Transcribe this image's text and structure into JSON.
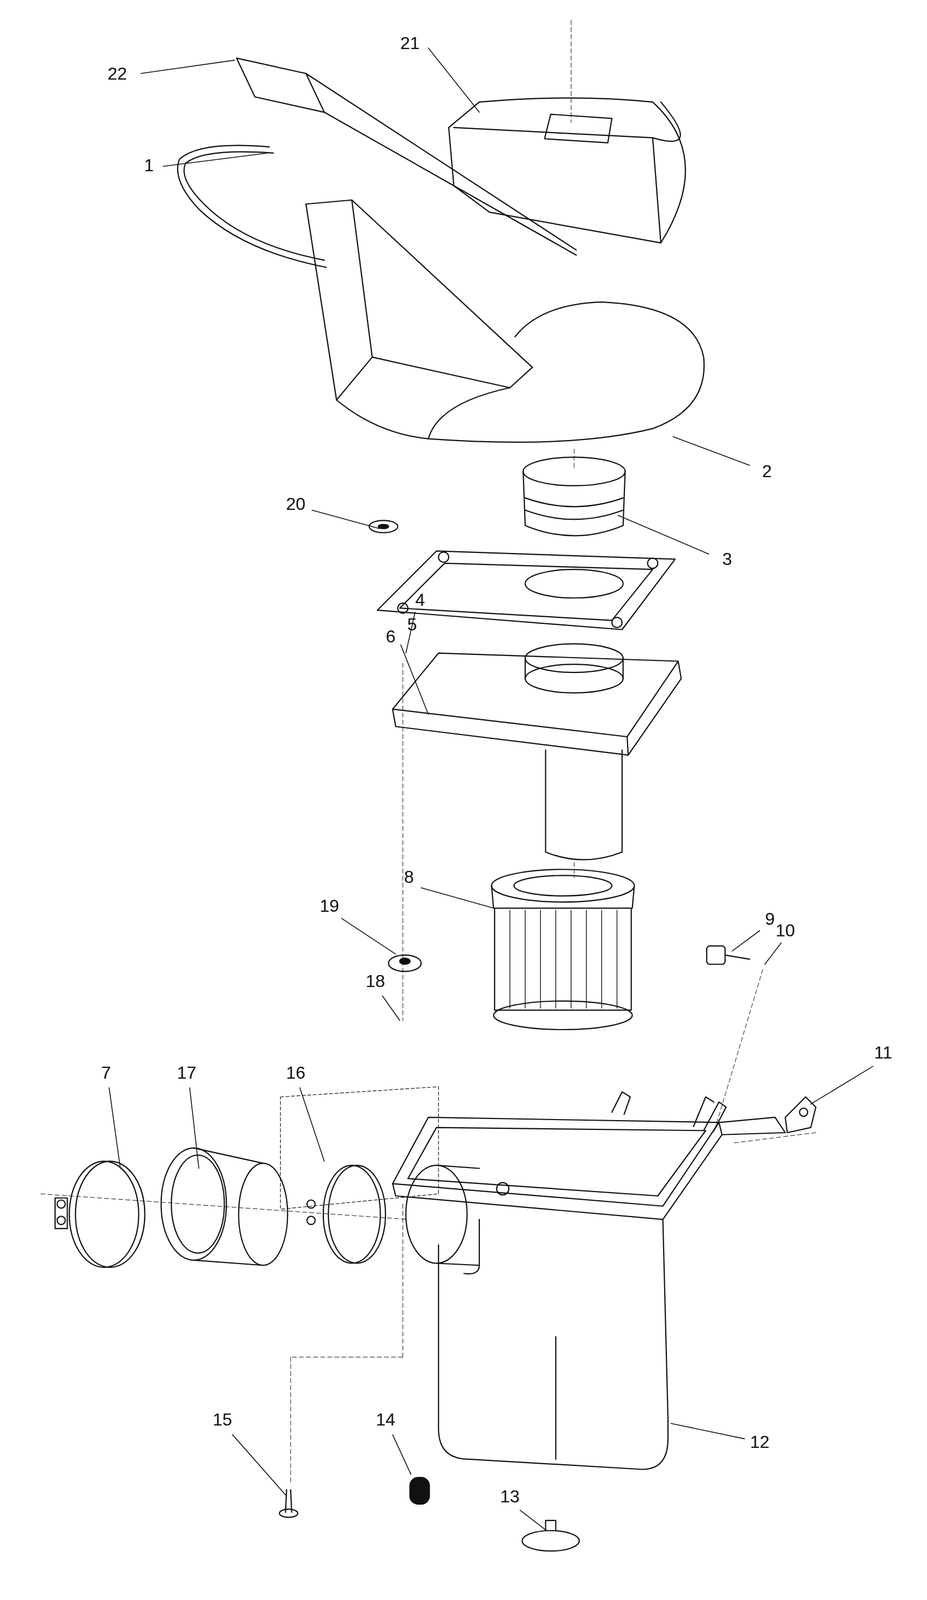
{
  "diagram": {
    "labels": [
      "22",
      "21",
      "1",
      "2",
      "3",
      "20",
      "4",
      "5",
      "6",
      "8",
      "9",
      "10",
      "19",
      "18",
      "11",
      "7",
      "17",
      "16",
      "12",
      "14",
      "15",
      "13"
    ]
  }
}
